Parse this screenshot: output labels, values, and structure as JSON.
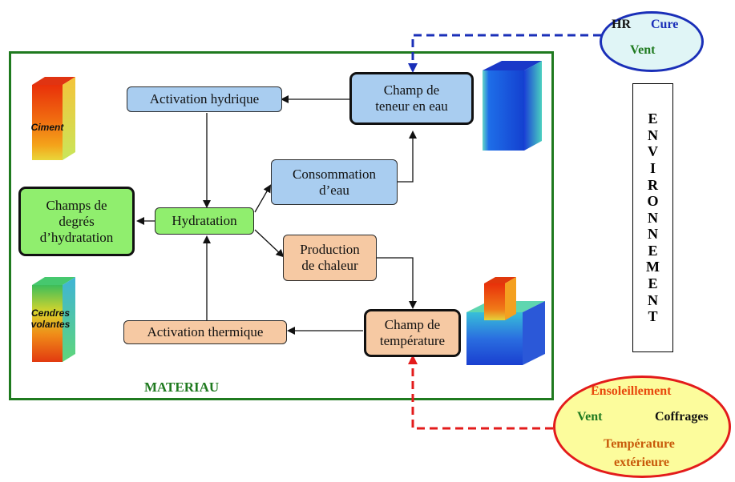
{
  "material": {
    "label": "MATERIAU",
    "boxes": {
      "activation_hydrique": "Activation hydrique",
      "champ_teneur_line1": "Champ de",
      "champ_teneur_line2": "teneur en eau",
      "consommation_line1": "Consommation",
      "consommation_line2": "d’eau",
      "champs_degres_line1": "Champs de",
      "champs_degres_line2": "degrés",
      "champs_degres_line3": "d’hydratation",
      "hydratation": "Hydratation",
      "production_line1": "Production",
      "production_line2": "de chaleur",
      "activation_thermique": "Activation thermique",
      "champ_temp_line1": "Champ de",
      "champ_temp_line2": "température"
    },
    "cubes": {
      "ciment": "Ciment",
      "cendres_line1": "Cendres",
      "cendres_line2": "volantes"
    }
  },
  "environment": {
    "letters": [
      "E",
      "N",
      "V",
      "I",
      "R",
      "O",
      "N",
      "N",
      "E",
      "M",
      "E",
      "N",
      "T"
    ],
    "top_ellipse": {
      "hr": "HR",
      "cure": "Cure",
      "vent": "Vent"
    },
    "bottom_ellipse": {
      "ensoleillement": "Ensoleillement",
      "vent": "Vent",
      "coffrages": "Coffrages",
      "temperature_line1": "Température",
      "temperature_line2": "extérieure"
    }
  },
  "colors": {
    "material_frame": "#1f7a1f",
    "water_path": "#1a2fb8",
    "heat_path": "#e31b1b",
    "water_boxes": "#a9cdf0",
    "hydration_boxes": "#90ee6e",
    "heat_boxes": "#f6c9a3"
  }
}
